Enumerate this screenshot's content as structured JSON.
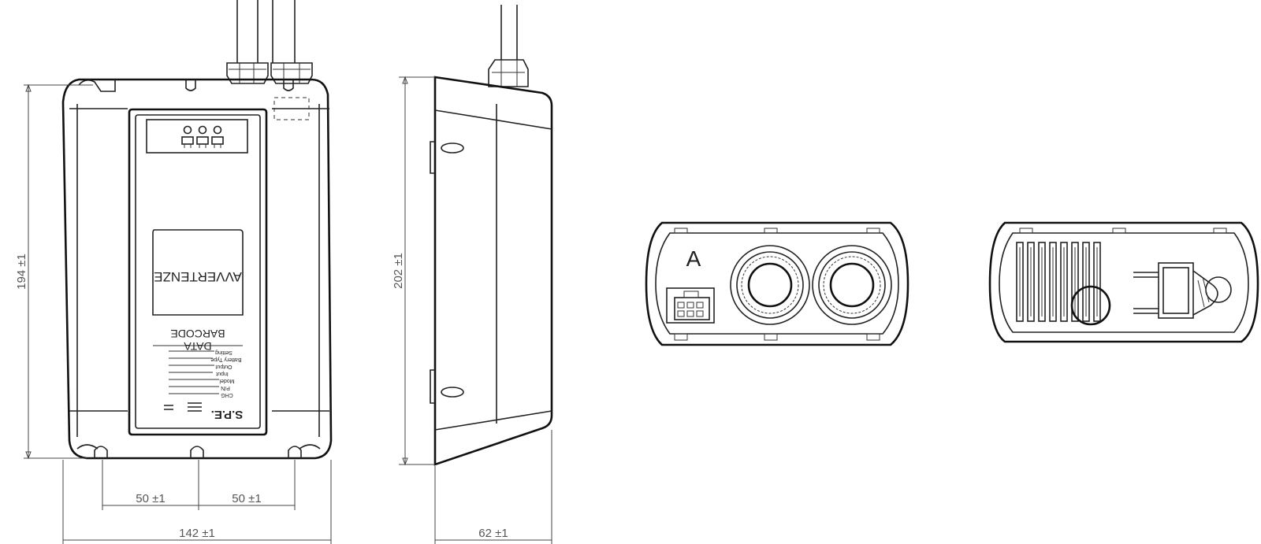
{
  "dimensions": {
    "height_front": "194 ±1",
    "height_side": "202 ±1",
    "width_front": "142 ±1",
    "depth_side": "62 ±1",
    "spacing_left": "50 ±1",
    "spacing_right": "50 ±1"
  },
  "label": {
    "warnings": "AVVERTENZE",
    "data": "DATA",
    "barcode": "BARCODE",
    "brand": "S.P.E.",
    "fields": [
      "Setting",
      "Battery Type",
      "Output",
      "Input",
      "Model",
      "P/N",
      "CHG"
    ]
  },
  "end_view": {
    "connector_letter": "A"
  }
}
